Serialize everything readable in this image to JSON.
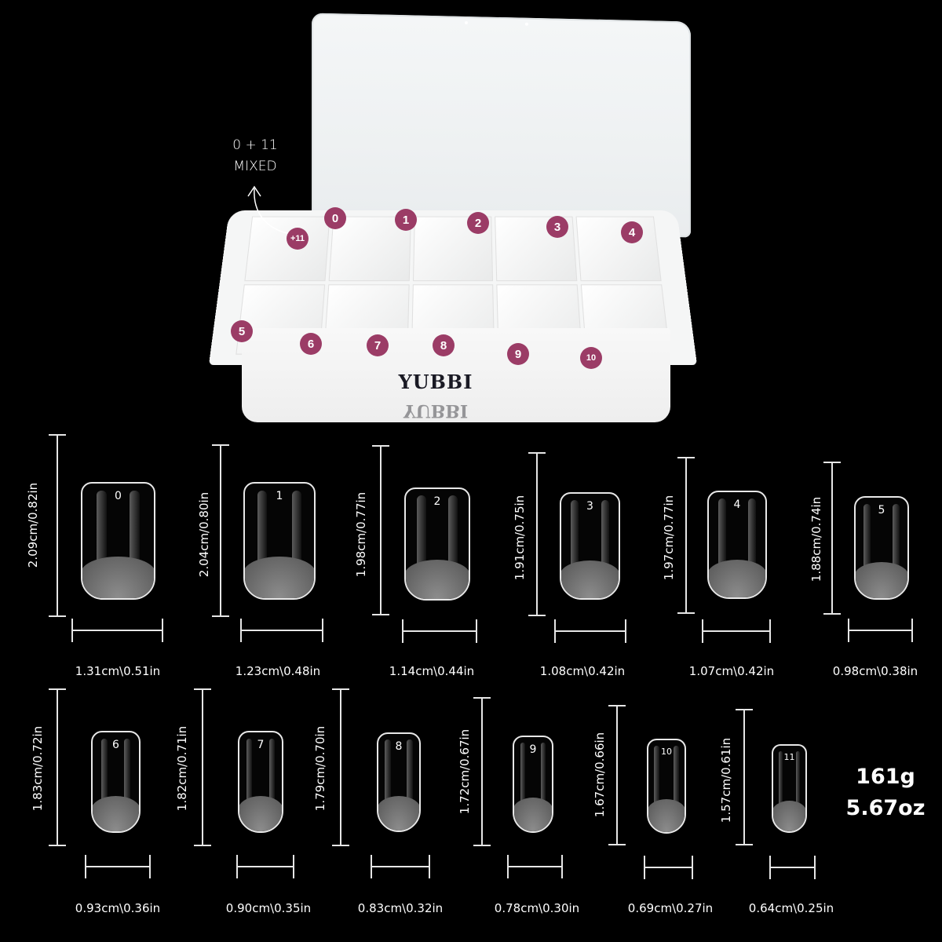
{
  "product": {
    "brand": "YUBBI",
    "mixed_note_line1": "0 + 11",
    "mixed_note_line2": "MIXED",
    "badge_color": "#9b3c66",
    "badges": [
      "+11",
      "0",
      "1",
      "2",
      "3",
      "4",
      "5",
      "6",
      "7",
      "8",
      "9",
      "10"
    ]
  },
  "weight": {
    "grams": "161g",
    "ounces": "5.67oz"
  },
  "sizes": [
    {
      "num": "0",
      "length": "2.09cm/0.82in",
      "width": "1.31cm\\0.51in"
    },
    {
      "num": "1",
      "length": "2.04cm/0.80in",
      "width": "1.23cm\\0.48in"
    },
    {
      "num": "2",
      "length": "1.98cm/0.77in",
      "width": "1.14cm\\0.44in"
    },
    {
      "num": "3",
      "length": "1.91cm/0.75in",
      "width": "1.08cm\\0.42in"
    },
    {
      "num": "4",
      "length": "1.97cm/0.77in",
      "width": "1.07cm\\0.42in"
    },
    {
      "num": "5",
      "length": "1.88cm/0.74in",
      "width": "0.98cm\\0.38in"
    },
    {
      "num": "6",
      "length": "1.83cm/0.72in",
      "width": "0.93cm\\0.36in"
    },
    {
      "num": "7",
      "length": "1.82cm/0.71in",
      "width": "0.90cm\\0.35in"
    },
    {
      "num": "8",
      "length": "1.79cm/0.70in",
      "width": "0.83cm\\0.32in"
    },
    {
      "num": "9",
      "length": "1.72cm/0.67in",
      "width": "0.78cm\\0.30in"
    },
    {
      "num": "10",
      "length": "1.67cm/0.66in",
      "width": "0.69cm\\0.27in"
    },
    {
      "num": "11",
      "length": "1.57cm/0.61in",
      "width": "0.64cm\\0.25in"
    }
  ]
}
